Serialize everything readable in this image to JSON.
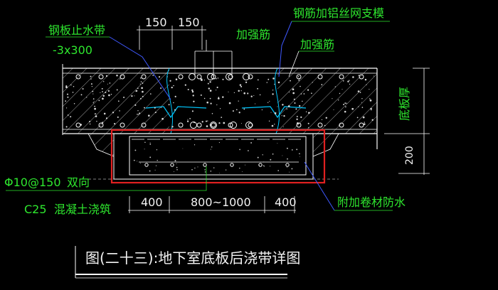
{
  "colors": {
    "background": "#000000",
    "concrete_outline": "#ffffff",
    "hatch": "#bdbdbd",
    "label_green": "#2ee62e",
    "dimension_white": "#f2f2f2",
    "leader_blue": "#3f59ff",
    "waterstop_cyan": "#00c8ff",
    "highlight_red": "#e02020"
  },
  "labels": {
    "steel_waterstop": "钢板止水带",
    "steel_waterstop_spec": "-3x300",
    "reinforcement_top": "加强筋",
    "rebar_mesh_support": "钢筋加铝丝网支模",
    "reinforcement_right": "加强筋",
    "slab_thickness": "底板厚",
    "rebar_spec": "Φ10@150",
    "rebar_direction": "双向",
    "concrete_spec": "C25",
    "concrete_pour": "混凝土浇筑",
    "extra_waterproof": "附加卷材防水"
  },
  "dimensions": {
    "top_left": "150",
    "top_right": "150",
    "bottom_left": "400",
    "bottom_middle": "800~1000",
    "bottom_right": "400",
    "right_depth": "200"
  },
  "title": "图(二十三):地下室底板后浇带详图"
}
